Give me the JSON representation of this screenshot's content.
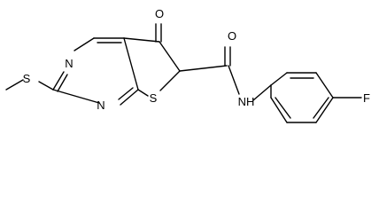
{
  "molecule": {
    "atoms": {
      "n_top": "N",
      "n_bottom": "N",
      "s_methyl": "S",
      "s_ring": "S",
      "o_ketone": "O",
      "o_amide": "O",
      "nh": "NH",
      "f": "F"
    },
    "colors": {
      "bond": "#000000",
      "label": "#000000",
      "background": "#ffffff"
    }
  }
}
